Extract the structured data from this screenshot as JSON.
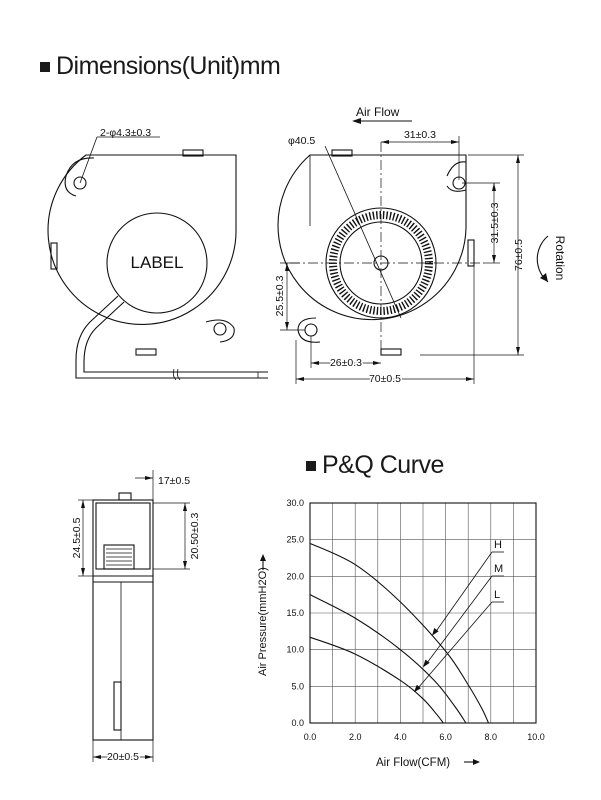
{
  "headings": {
    "dimensions": "Dimensions(Unit)mm",
    "pq": "P&Q Curve"
  },
  "front_view": {
    "hole_note": "2-φ4.3±0.3",
    "label": "LABEL"
  },
  "side_view": {
    "airflow": "Air Flow",
    "rotation": "Rotation",
    "dims": {
      "dia": "φ40.5",
      "top": "31±0.3",
      "right_inner": "31.5±0.3",
      "right_outer": "76±0.5",
      "left": "25.5±0.3",
      "bottom_inner": "26±0.3",
      "bottom_outer": "70±0.5"
    }
  },
  "profile_view": {
    "top": "17±0.5",
    "left": "24.5±0.5",
    "right": "20.50±0.3",
    "bottom": "20±0.5"
  },
  "chart_data": {
    "type": "line",
    "xlabel": "Air Flow(CFM)",
    "ylabel": "Air Pressure(mmH2O)",
    "xlim": [
      0,
      10
    ],
    "ylim": [
      0,
      30
    ],
    "x_ticks": [
      "0.0",
      "2.0",
      "4.0",
      "6.0",
      "8.0",
      "10.0"
    ],
    "y_ticks": [
      "0.0",
      "5.0",
      "10.0",
      "15.0",
      "20.0",
      "25.0",
      "30.0"
    ],
    "grid": true,
    "series": [
      {
        "name": "H",
        "x": [
          0,
          2,
          4,
          6,
          7,
          7.6,
          7.9
        ],
        "y": [
          24.5,
          21.6,
          16.5,
          9.8,
          5.2,
          2.0,
          0
        ]
      },
      {
        "name": "M",
        "x": [
          0,
          2,
          4,
          5.5,
          6.4,
          6.9
        ],
        "y": [
          17.5,
          14.3,
          10,
          5.8,
          2.3,
          0
        ]
      },
      {
        "name": "L",
        "x": [
          0,
          2,
          4,
          5,
          5.6,
          5.9
        ],
        "y": [
          11.7,
          9.4,
          5.8,
          3.3,
          1.2,
          0
        ]
      }
    ]
  }
}
